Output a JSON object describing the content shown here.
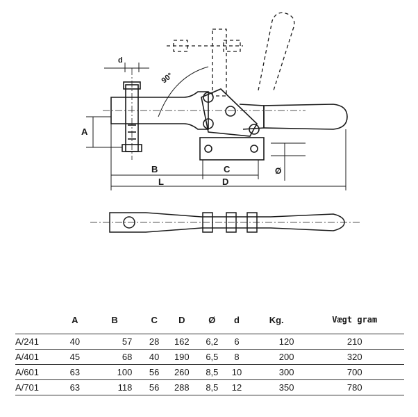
{
  "drawing": {
    "labels": {
      "A": "A",
      "B": "B",
      "C": "C",
      "D": "D",
      "L": "L",
      "d": "d",
      "phi": "Ø",
      "angle": "90°"
    }
  },
  "table": {
    "headers": [
      "",
      "A",
      "B",
      "C",
      "D",
      "Ø",
      "d",
      "Kg.",
      "Vægt gram"
    ],
    "rows": [
      [
        "A/241",
        "40",
        "57",
        "28",
        "162",
        "6,2",
        "6",
        "120",
        "210"
      ],
      [
        "A/401",
        "45",
        "68",
        "40",
        "190",
        "6,5",
        "8",
        "200",
        "320"
      ],
      [
        "A/601",
        "63",
        "100",
        "56",
        "260",
        "8,5",
        "10",
        "300",
        "700"
      ],
      [
        "A/701",
        "63",
        "118",
        "56",
        "288",
        "8,5",
        "12",
        "350",
        "780"
      ]
    ]
  }
}
